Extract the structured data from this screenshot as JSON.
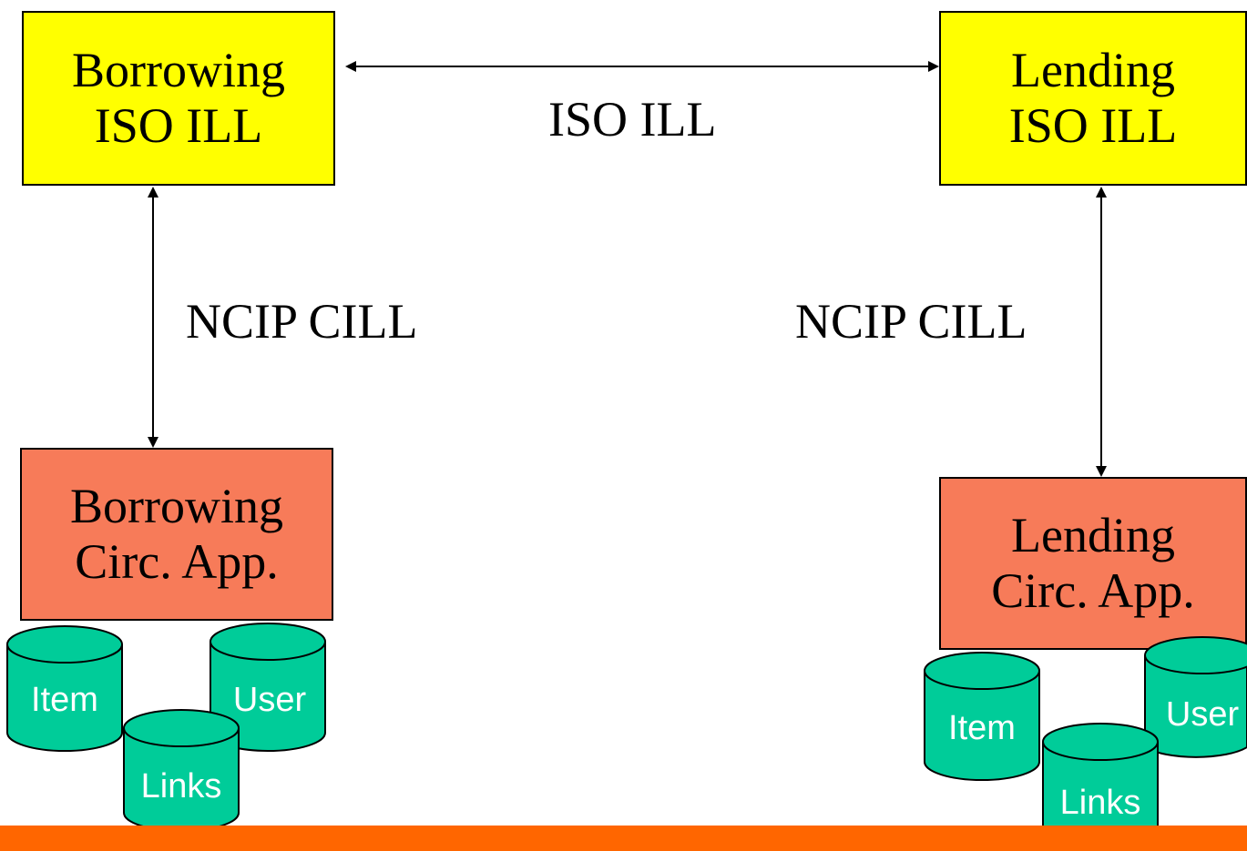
{
  "nodes": {
    "borrowing_iso_ill": {
      "line1": "Borrowing",
      "line2": "ISO ILL"
    },
    "lending_iso_ill": {
      "line1": "Lending",
      "line2": "ISO ILL"
    },
    "borrowing_circ_app": {
      "line1": "Borrowing",
      "line2": "Circ. App."
    },
    "lending_circ_app": {
      "line1": "Lending",
      "line2": "Circ. App."
    }
  },
  "edges": {
    "top": {
      "label": "ISO ILL"
    },
    "left": {
      "label": "NCIP CILL"
    },
    "right": {
      "label": "NCIP CILL"
    }
  },
  "databases": {
    "left": {
      "item": "Item",
      "user": "User",
      "links": "Links"
    },
    "right": {
      "item": "Item",
      "user": "User",
      "links": "Links"
    }
  },
  "colors": {
    "iso_box": "#ffff00",
    "circ_box": "#f77b59",
    "database": "#00cc99",
    "bottom_bar": "#ff6600"
  }
}
